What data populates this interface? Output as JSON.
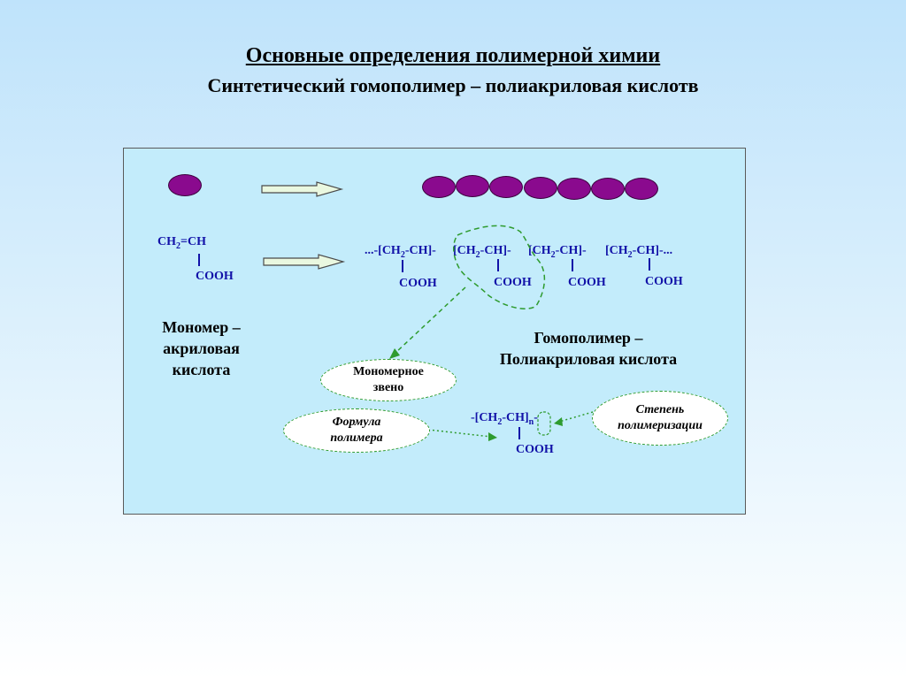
{
  "header": {
    "title": "Основные определения полимерной химии",
    "subtitle": "Синтетический гомополимер – полиакриловая кислотв"
  },
  "monomer": {
    "formula_top": "CH",
    "formula_top_sub": "2",
    "formula_top_tail": "=CH",
    "formula_group": "COOH",
    "label_line1": "Мономер –",
    "label_line2": "акриловая",
    "label_line3": "кислота"
  },
  "polymer": {
    "chain_segments": [
      {
        "pre": "...-[CH",
        "sub": "2",
        "post": "-CH]-"
      },
      {
        "pre": "[CH",
        "sub": "2",
        "post": "-CH]-"
      },
      {
        "pre": "[CH",
        "sub": "2",
        "post": "-CH]-"
      },
      {
        "pre": "[CH",
        "sub": "2",
        "post": "-CH]-..."
      }
    ],
    "cooh": [
      "COOH",
      "COOH",
      "COOH",
      "COOH"
    ],
    "label_line1": "Гомополимер –",
    "label_line2": "Полиакриловая кислота"
  },
  "formula": {
    "pre": "-[CH",
    "sub": "2",
    "post": "-CH]",
    "index": "n",
    "tail": "-",
    "group": "COOH"
  },
  "callouts": {
    "unit_line1": "Мономерное",
    "unit_line2": "звено",
    "formula_line1": "Формула",
    "formula_line2": "полимера",
    "degree_line1": "Степень",
    "degree_line2": "полимеризации"
  },
  "colors": {
    "bead": "#8a0a8e",
    "formula_text": "#1212a8",
    "callout_border": "#2e9b2e",
    "panel": "#c3ecfb"
  }
}
